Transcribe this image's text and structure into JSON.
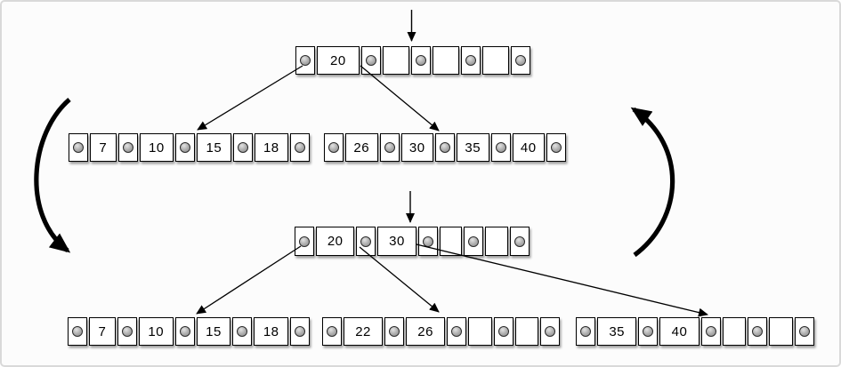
{
  "colors": {
    "node_border": "#000000",
    "cell_background": "#ffffff",
    "pointer_dot_fill": "#a5a5a5",
    "arrow": "#000000",
    "frame_border": "#d9d9d9",
    "canvas_background": "#fcfcfc"
  },
  "trees": {
    "before": {
      "root": {
        "keys": [
          "20",
          "",
          "",
          ""
        ]
      },
      "children": [
        {
          "keys": [
            "7",
            "10",
            "15",
            "18"
          ]
        },
        {
          "keys": [
            "26",
            "30",
            "35",
            "40"
          ]
        }
      ]
    },
    "after": {
      "root": {
        "keys": [
          "20",
          "30",
          "",
          ""
        ]
      },
      "children": [
        {
          "keys": [
            "7",
            "10",
            "15",
            "18"
          ]
        },
        {
          "keys": [
            "22",
            "26",
            "",
            ""
          ]
        },
        {
          "keys": [
            "35",
            "40",
            "",
            ""
          ]
        }
      ]
    }
  }
}
